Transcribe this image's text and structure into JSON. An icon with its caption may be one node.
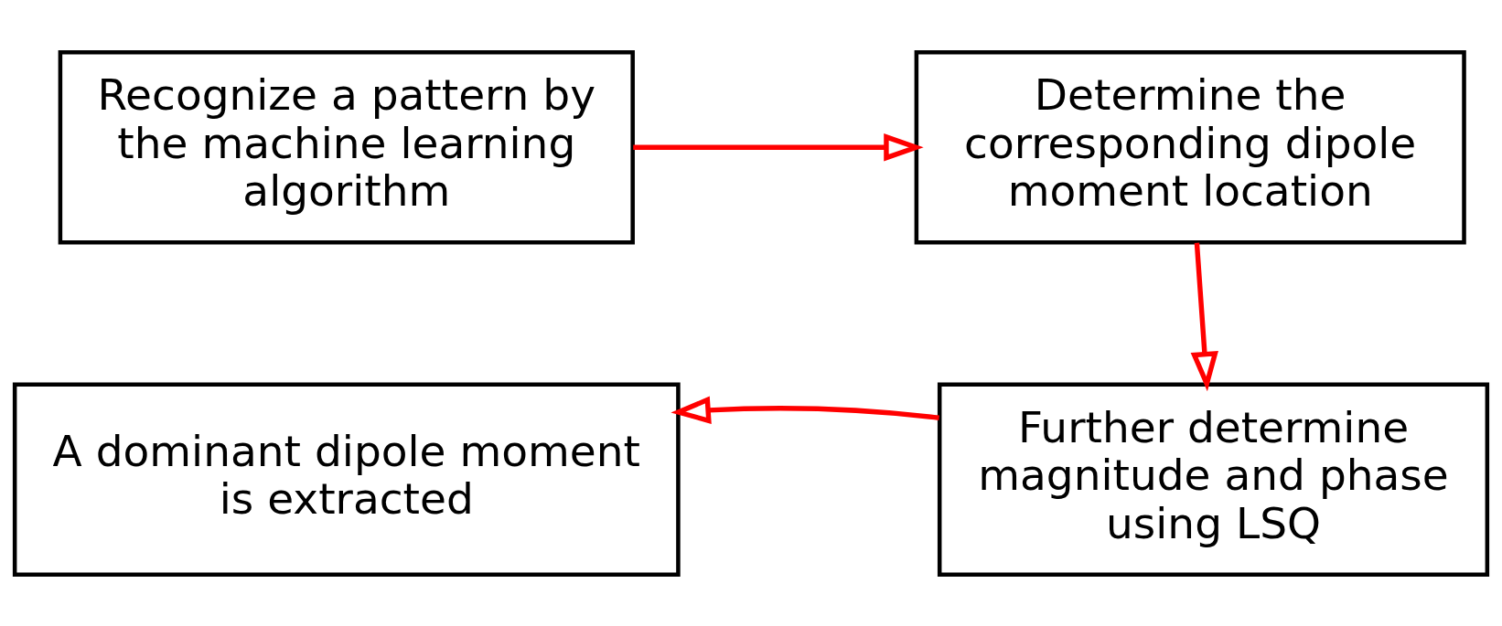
{
  "diagram": {
    "nodes": [
      {
        "text": [
          "Recognize a pattern by the machine learning algorithm"
        ]
      },
      {
        "text": [
          "Determine the corresponding dipole moment location"
        ]
      },
      {
        "text": [
          "Further determine magnitude and phase using LSQ"
        ]
      },
      {
        "text": [
          "A dominant dipole moment is extracted"
        ]
      }
    ],
    "edges": [
      {
        "from": 0,
        "to": 1,
        "arrow": "to"
      },
      {
        "from": 1,
        "to": 2,
        "arrow": "to"
      },
      {
        "from": 2,
        "to": 3,
        "arrow": "to"
      }
    ]
  }
}
